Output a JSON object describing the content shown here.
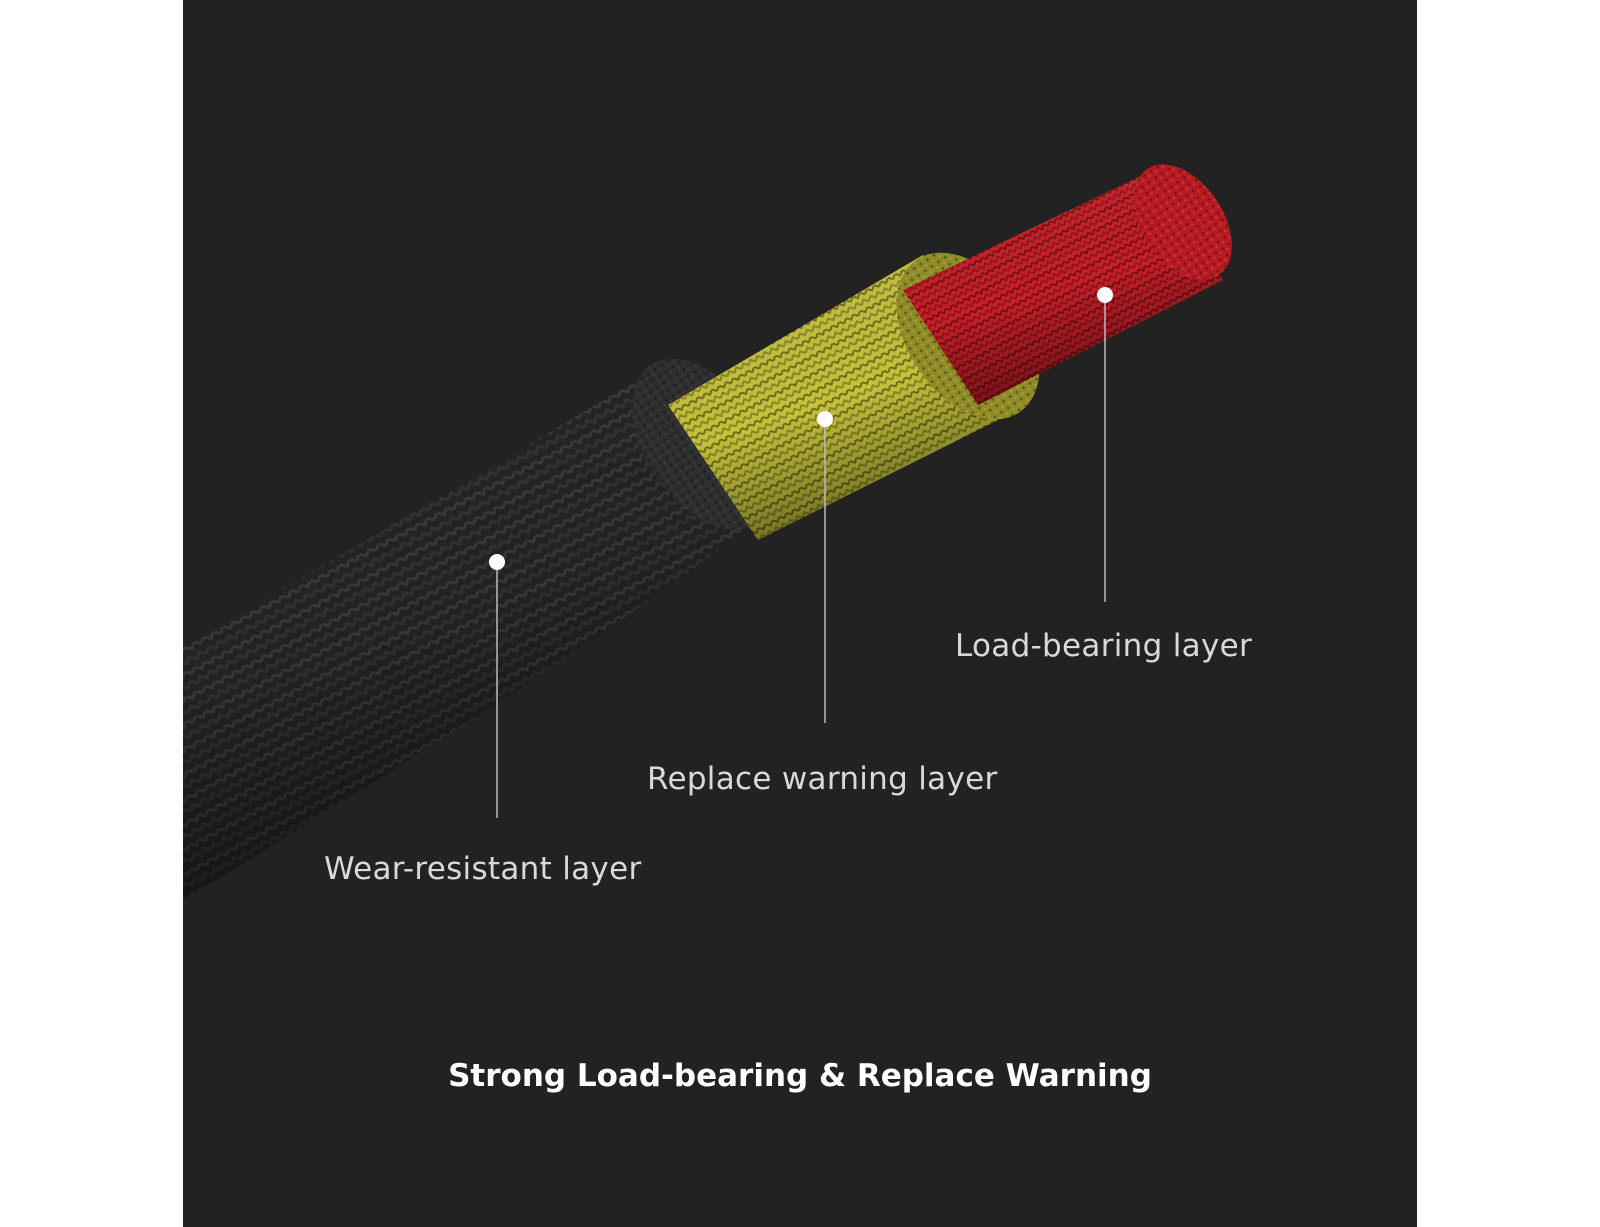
{
  "colors": {
    "background": "#222222",
    "outer_layer": "#2b2b2b",
    "middle_layer": "#c9c43c",
    "core_layer": "#c8202a",
    "text": "#d9d9d9",
    "caption": "#ffffff"
  },
  "callouts": [
    {
      "label": "Load-bearing layer"
    },
    {
      "label": "Replace warning layer"
    },
    {
      "label": "Wear-resistant layer"
    }
  ],
  "caption": "Strong Load-bearing & Replace Warning"
}
